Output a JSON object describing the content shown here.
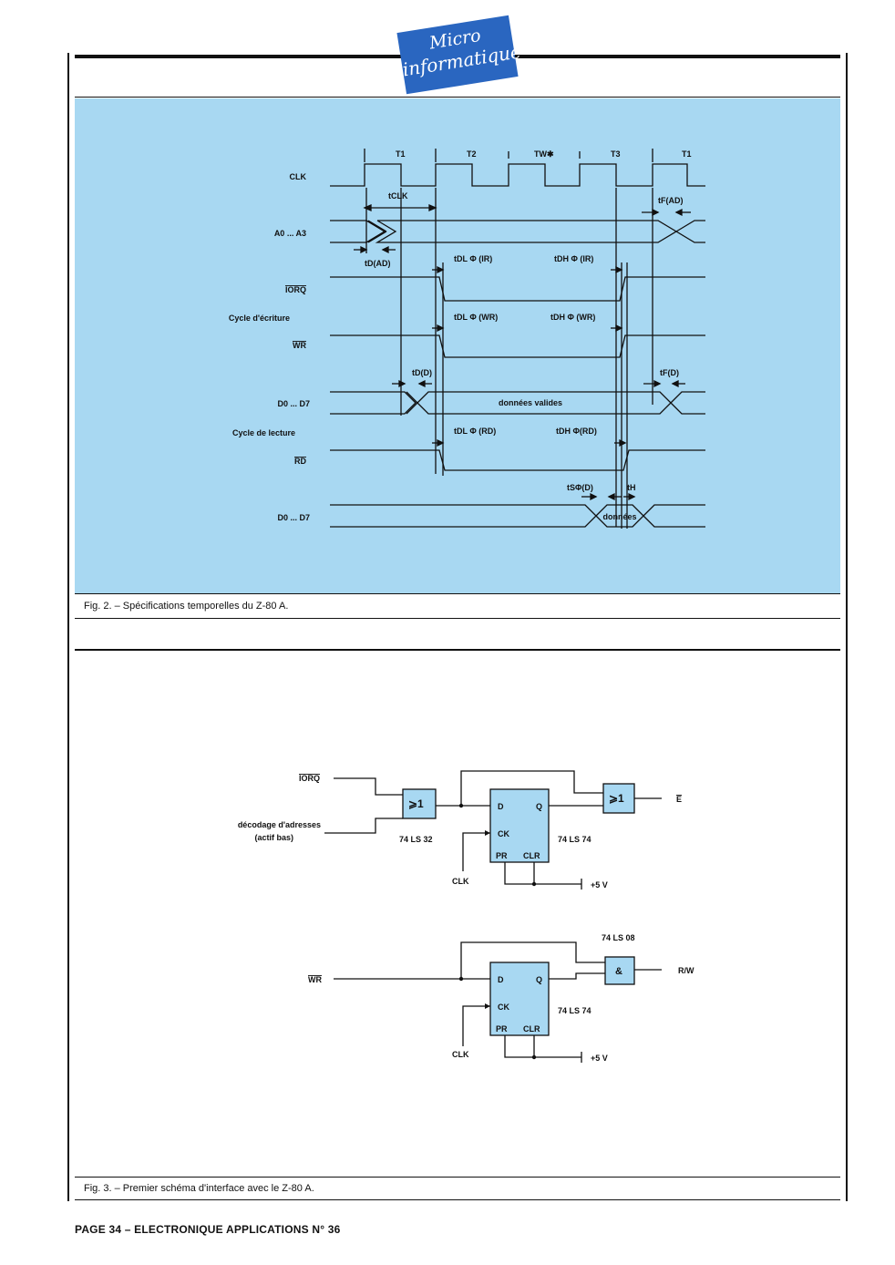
{
  "logo": {
    "line1": "Micro",
    "line2": "informatique"
  },
  "fig2": {
    "caption": "Fig. 2. – Spécifications temporelles du Z-80 A.",
    "states": [
      "T1",
      "T2",
      "TW✱",
      "T3",
      "T1"
    ],
    "signals": {
      "clk": "CLK",
      "addr": "A0 ... A3",
      "iorq": "IORQ",
      "write_cycle": "Cycle d'écriture",
      "wr": "WR",
      "data_w": "D0 ... D7",
      "read_cycle": "Cycle de lecture",
      "rd": "RD",
      "data_r": "D0 ... D7"
    },
    "timing_labels": {
      "tclk": "tCLK",
      "tfad": "tF(AD)",
      "tdad": "tD(AD)",
      "tdl_ir": "tDL Φ (IR)",
      "tdh_ir": "tDH Φ (IR)",
      "tdl_wr": "tDL Φ (WR)",
      "tdh_wr": "tDH Φ (WR)",
      "tdd": "tD(D)",
      "tfd": "tF(D)",
      "donnees_valides": "données valides",
      "tdl_rd": "tDL Φ (RD)",
      "tdh_rd": "tDH Φ(RD)",
      "tsd": "tSΦ(D)",
      "th": "tH",
      "donnees": "données"
    }
  },
  "fig3": {
    "caption": "Fig. 3. – Premier schéma d'interface avec le Z-80 A.",
    "top": {
      "iorq": "IORQ",
      "decode1": "décodage d'adresses",
      "decode2": "(actif bas)",
      "or_gate": "⩾1",
      "or_part": "74 LS 32",
      "ff_d": "D",
      "ff_q": "Q",
      "ff_ck": "CK",
      "ff_pr": "PR",
      "ff_clr": "CLR",
      "ff_part": "74 LS 74",
      "clk": "CLK",
      "vcc": "+5 V",
      "out_gate": "⩾1",
      "output": "E"
    },
    "bottom": {
      "wr": "WR",
      "and_part": "74 LS 08",
      "and_gate": "&",
      "output": "R/W",
      "ff_d": "D",
      "ff_q": "Q",
      "ff_ck": "CK",
      "ff_pr": "PR",
      "ff_clr": "CLR",
      "ff_part": "74 LS 74",
      "clk": "CLK",
      "vcc": "+5 V"
    }
  },
  "footer": "PAGE 34 – ELECTRONIQUE APPLICATIONS N° 36",
  "colors": {
    "panel": "#a8d8f2",
    "logo": "#2a66c0",
    "box": "#a8d8f2"
  }
}
